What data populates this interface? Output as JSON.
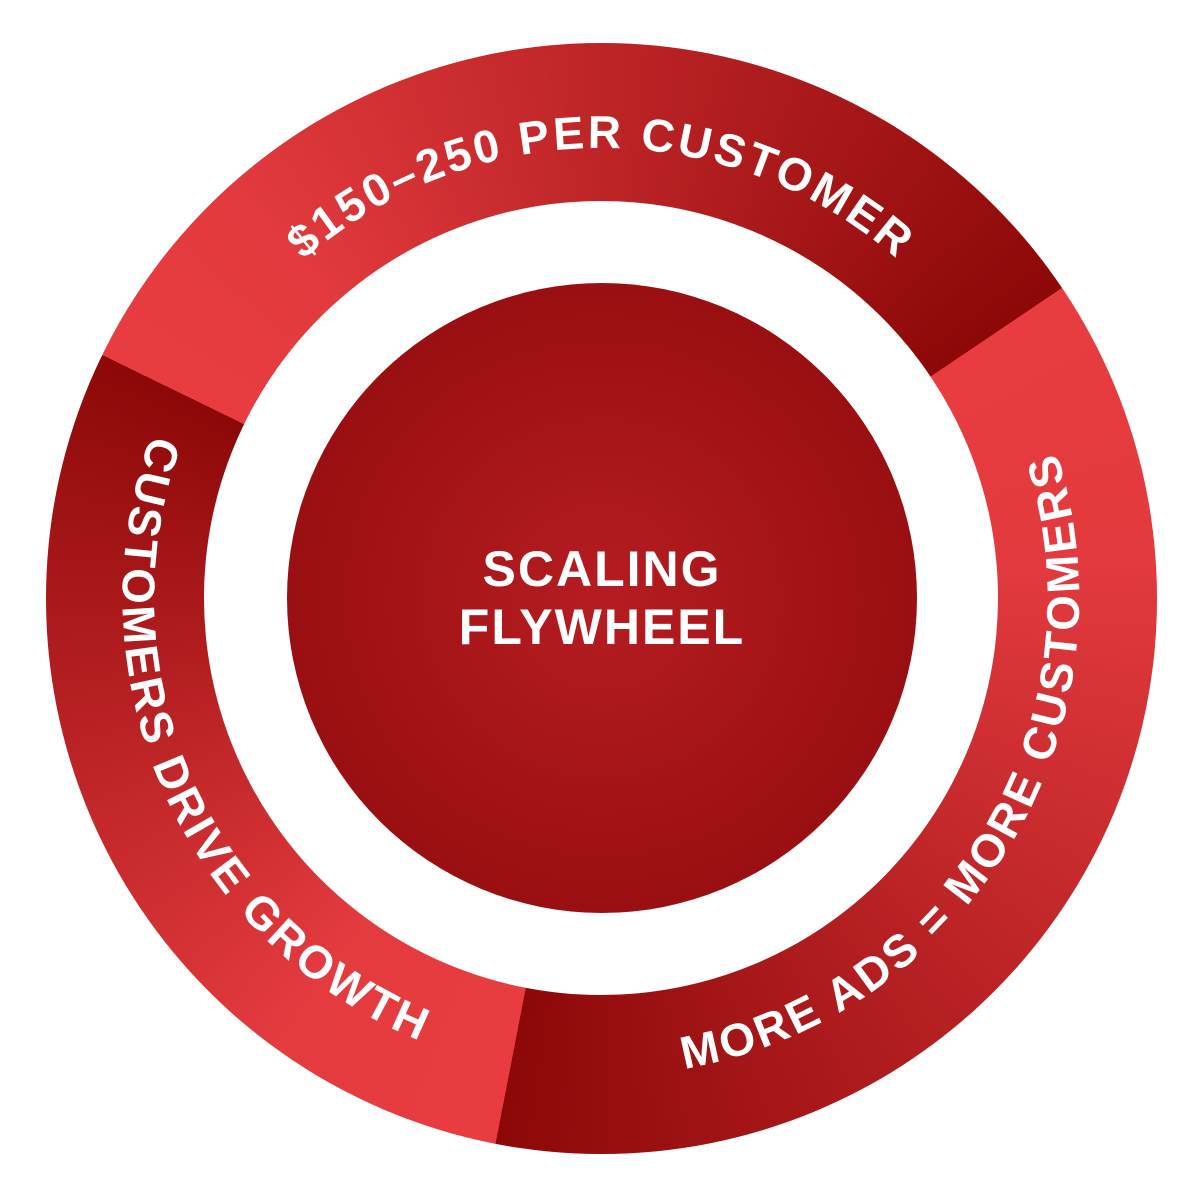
{
  "center": {
    "line1": "SCALING",
    "line2": "FLYWHEEL"
  },
  "segments": [
    {
      "label": "$150–250 PER CUSTOMER"
    },
    {
      "label": "MORE ADS = MORE CUSTOMERS"
    },
    {
      "label": "CUSTOMERS DRIVE GROWTH"
    }
  ],
  "colors": {
    "light": "#e83c40",
    "dark": "#8d0808",
    "hub": "#a01214"
  }
}
